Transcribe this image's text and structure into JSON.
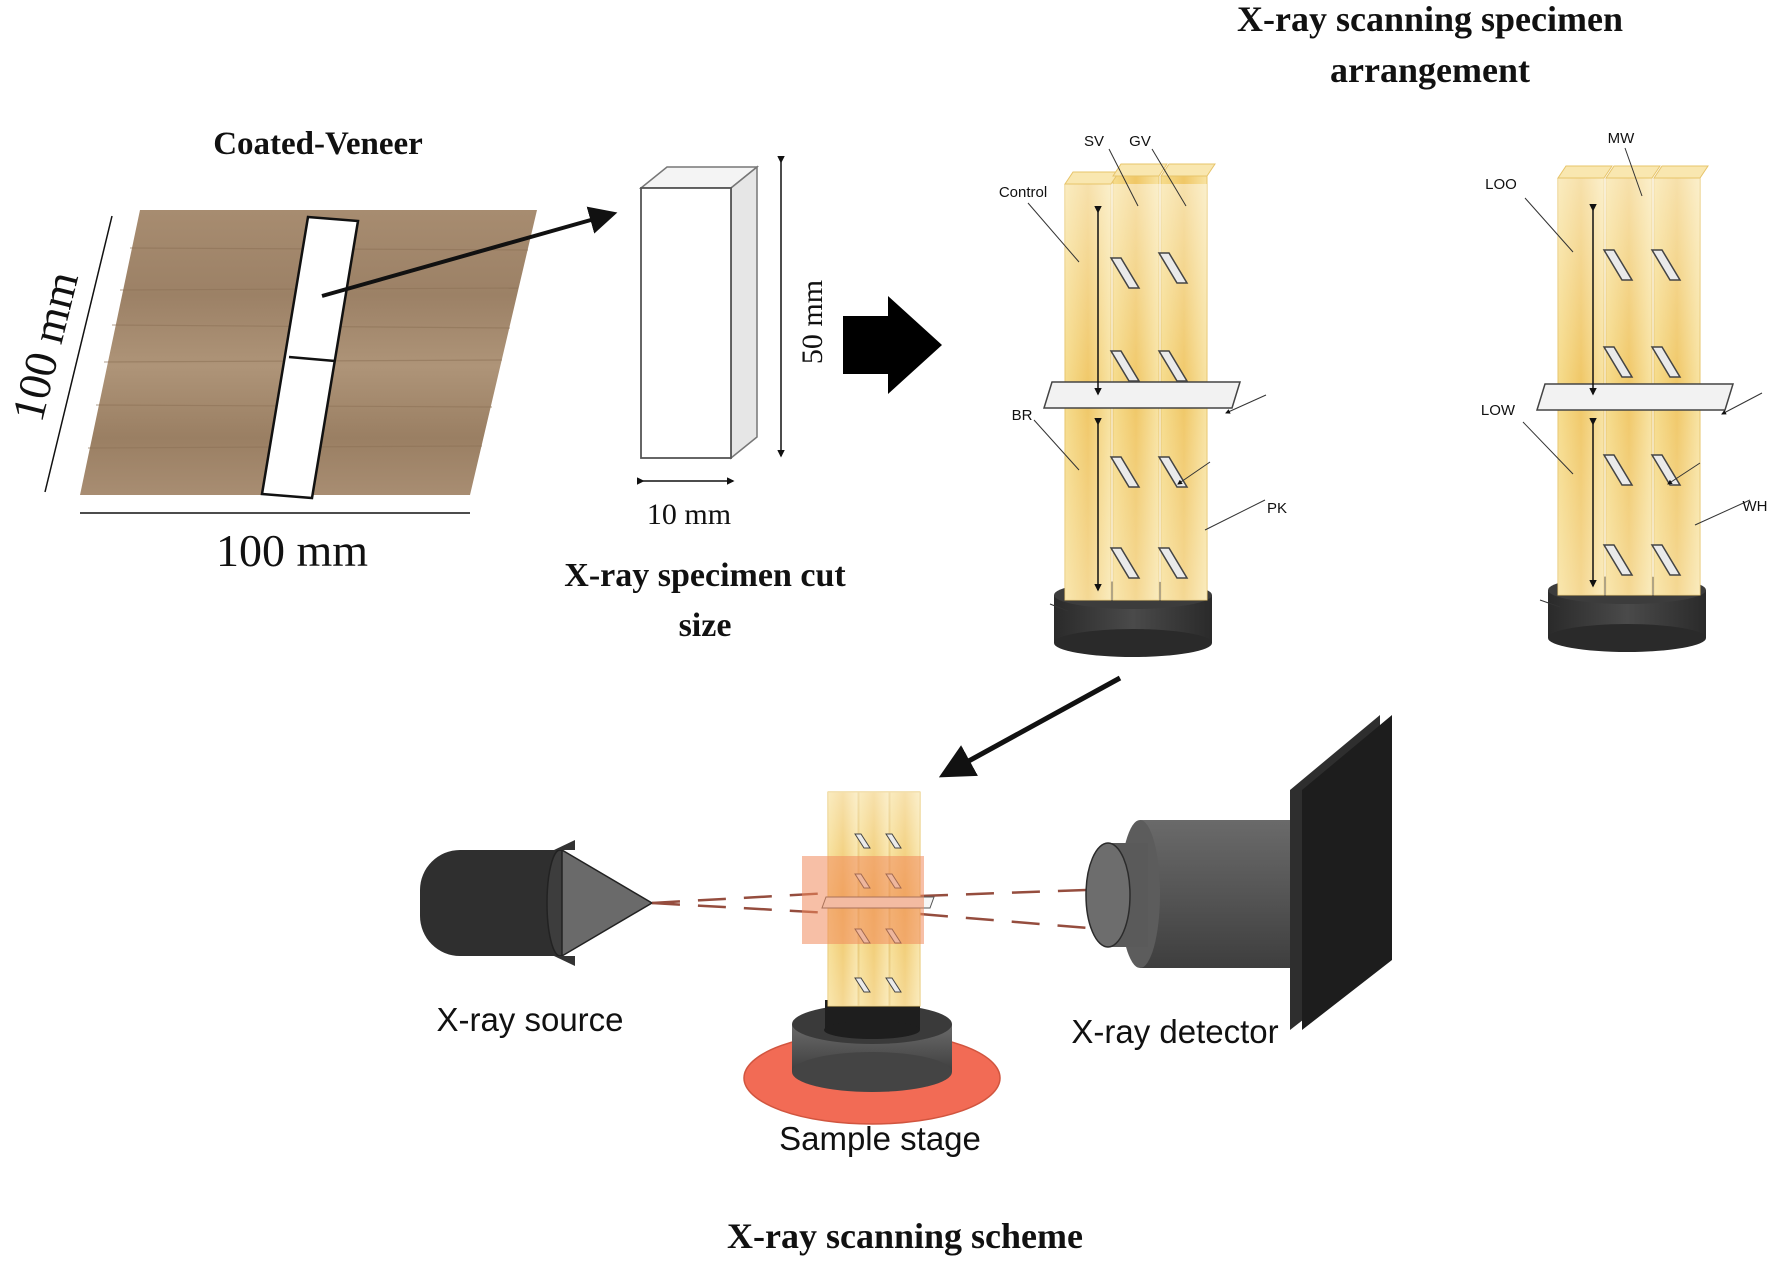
{
  "veneer": {
    "title": "Coated-Veneer",
    "dim_side": "100 mm",
    "dim_bottom": "100 mm"
  },
  "specimen": {
    "height_label": "50 mm",
    "width_label": "10 mm",
    "caption_line1": "X-ray specimen cut",
    "caption_line2": "size"
  },
  "arrangement": {
    "title_line1": "X-ray scanning specimen",
    "title_line2": "arrangement",
    "left_labels": {
      "control": "Control",
      "sv": "SV",
      "gv": "GV",
      "br": "BR",
      "pk": "PK"
    },
    "right_labels": {
      "mw": "MW",
      "loo": "LOO",
      "low": "LOW",
      "wh": "WH"
    }
  },
  "scheme": {
    "source_label": "X-ray source",
    "stage_label": "Sample stage",
    "detector_label": "X-ray detector",
    "caption": "X-ray scanning scheme"
  },
  "colors": {
    "wood": "#a58a6e",
    "strip": "#f3d27a",
    "base": "#3a3a3a",
    "stage_disc": "#f26b55",
    "beam": "#8a3a2a",
    "detector": "#2e2e2e"
  }
}
